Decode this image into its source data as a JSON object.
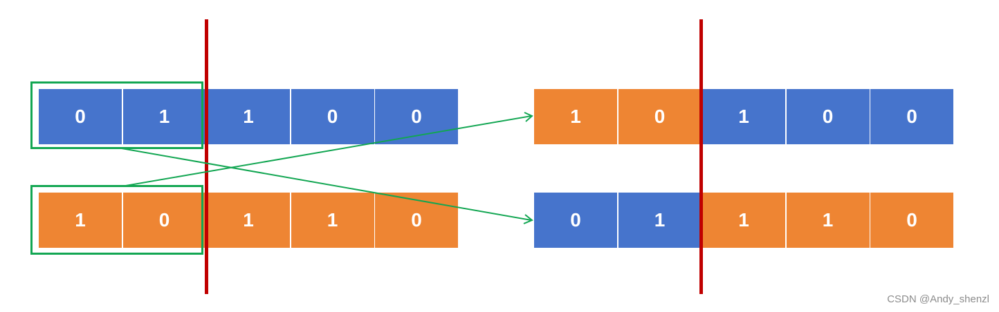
{
  "colors": {
    "parent_a": "#4674cc",
    "parent_b": "#ee8533",
    "crossover_point": "#c00000",
    "highlight": "#12a652"
  },
  "parents": {
    "a": {
      "genes": [
        "0",
        "1",
        "1",
        "0",
        "0"
      ]
    },
    "b": {
      "genes": [
        "1",
        "0",
        "1",
        "1",
        "0"
      ]
    }
  },
  "offspring": {
    "a": {
      "genes": [
        "1",
        "0",
        "1",
        "0",
        "0"
      ]
    },
    "b": {
      "genes": [
        "0",
        "1",
        "1",
        "1",
        "0"
      ]
    }
  },
  "watermark": "CSDN @Andy_shenzl"
}
